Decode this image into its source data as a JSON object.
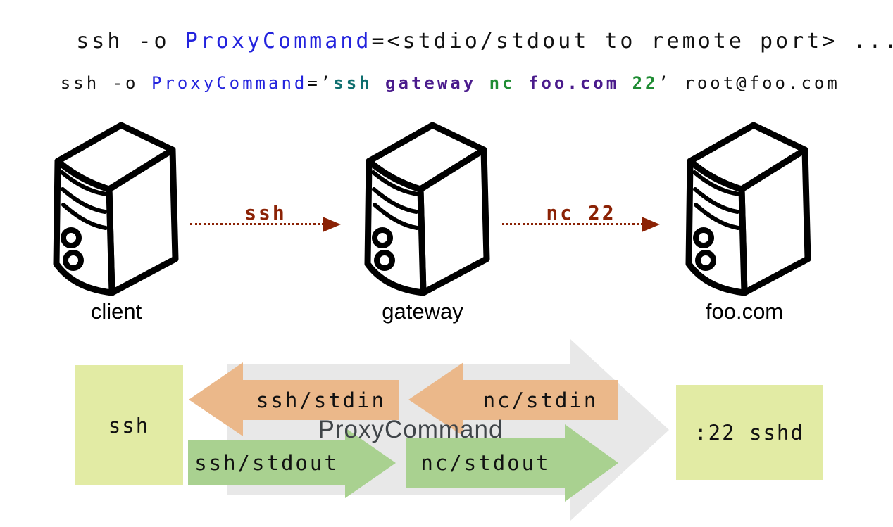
{
  "heading": {
    "text_before": "ssh -o ",
    "keyword": "ProxyCommand",
    "text_after": "=<stdio/stdout to remote port> ..."
  },
  "command": {
    "parts": [
      {
        "text": "ssh -o ",
        "color": "black"
      },
      {
        "text": "ProxyCommand",
        "color": "blue"
      },
      {
        "text": "=’",
        "color": "black"
      },
      {
        "text": "ssh ",
        "color": "teal"
      },
      {
        "text": "gateway ",
        "color": "purple"
      },
      {
        "text": "nc ",
        "color": "green"
      },
      {
        "text": "foo.com ",
        "color": "purple"
      },
      {
        "text": "22",
        "color": "green"
      },
      {
        "text": "’ root@foo.com",
        "color": "black"
      }
    ]
  },
  "topology": {
    "nodes": [
      {
        "label": "client"
      },
      {
        "label": "gateway"
      },
      {
        "label": "foo.com"
      }
    ],
    "links": [
      {
        "label": "ssh",
        "from": "client",
        "to": "gateway"
      },
      {
        "label": "nc 22",
        "from": "gateway",
        "to": "foo.com"
      }
    ]
  },
  "flow": {
    "source_box": "ssh",
    "dest_box": ":22 sshd",
    "wrapper_label": "ProxyCommand",
    "arrows": [
      {
        "label": "ssh/stdin",
        "direction": "left",
        "color": "orange"
      },
      {
        "label": "nc/stdin",
        "direction": "left",
        "color": "orange"
      },
      {
        "label": "ssh/stdout",
        "direction": "right",
        "color": "green"
      },
      {
        "label": "nc/stdout",
        "direction": "right",
        "color": "green"
      }
    ]
  },
  "colors": {
    "keyword_blue": "#2323DD",
    "cmd_teal": "#0E6E6E",
    "cmd_purple": "#4A1B8C",
    "cmd_green": "#1F8C33",
    "arrow_red": "#8B2205",
    "flow_gray": "#E8E8E8",
    "flow_orange": "#EBB88A",
    "flow_green": "#A9D190",
    "box_yellow_green": "#E2EBA4",
    "proxy_label_gray": "#404549"
  }
}
